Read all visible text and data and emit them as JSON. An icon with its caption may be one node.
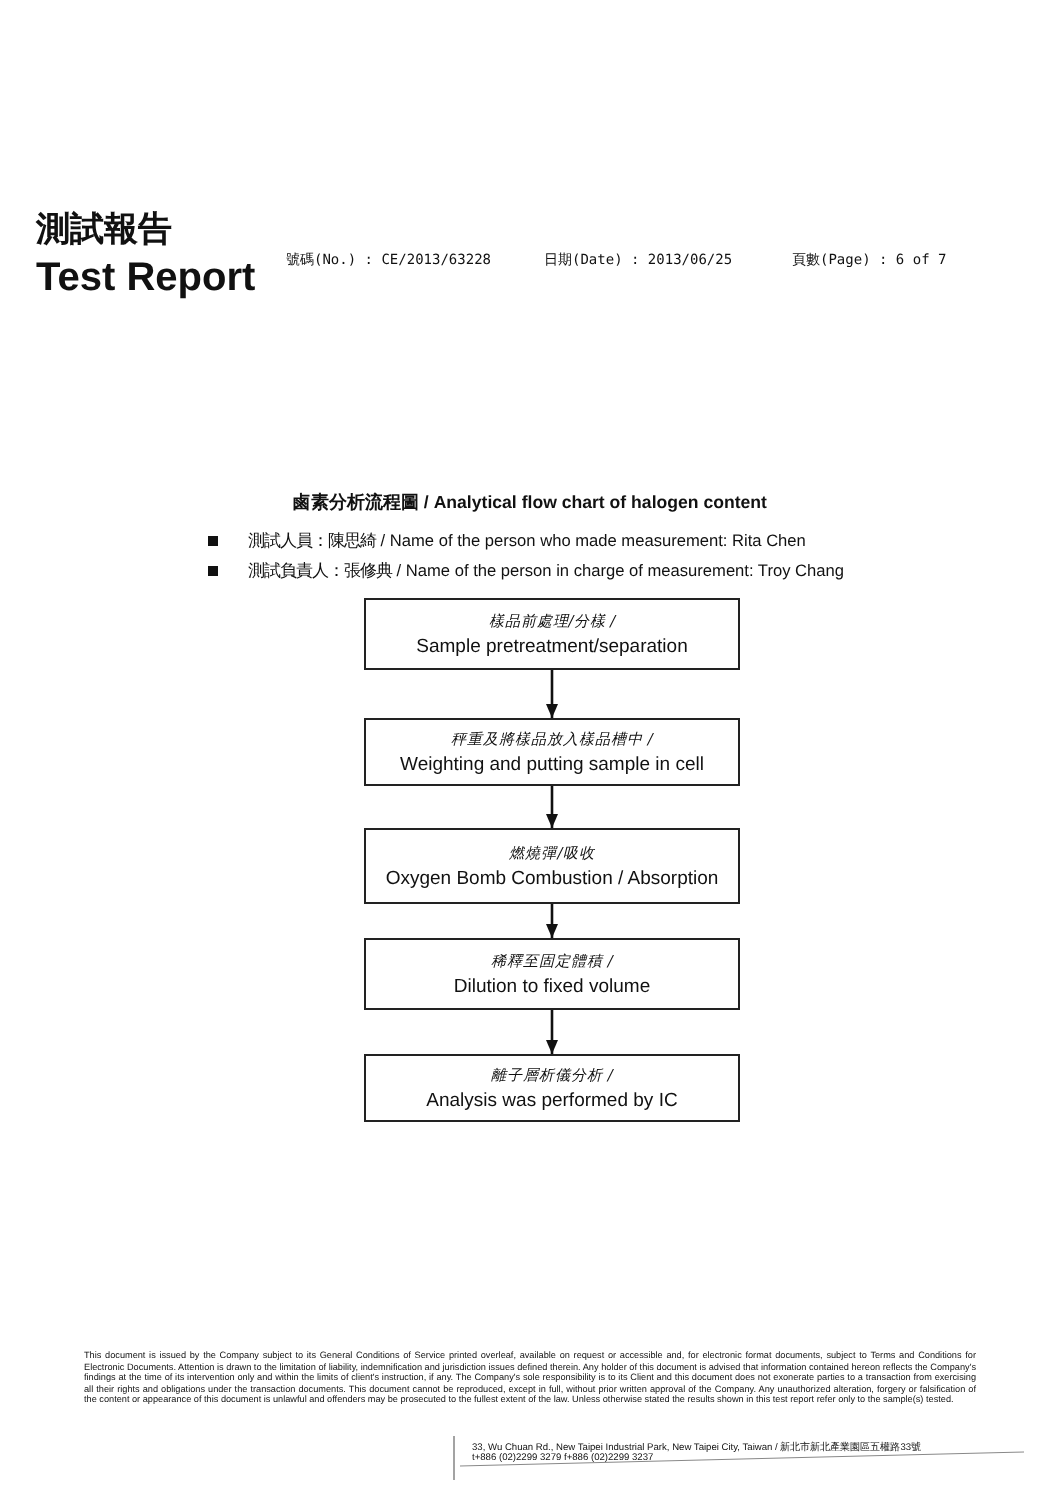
{
  "diagram": {
    "title": "鹵素分析流程圖 / Analytical flow chart of halogen content",
    "nodes": [
      {
        "text": [
          "樣品前處理/分樣 /",
          "Sample pretreatment/separation"
        ]
      },
      {
        "text": [
          "秤重及將樣品放入樣品槽中 /",
          "Weighting and putting sample in cell"
        ]
      },
      {
        "text": [
          "燃燒彈/吸收",
          "Oxygen Bomb Combustion / Absorption"
        ]
      },
      {
        "text": [
          "稀釋至固定體積 /",
          "Dilution to fixed volume"
        ]
      },
      {
        "text": [
          "離子層析儀分析 /",
          "Analysis was performed by IC"
        ]
      }
    ],
    "edges": [
      {
        "from": 0,
        "to": 1,
        "arrow": "to"
      },
      {
        "from": 1,
        "to": 2,
        "arrow": "to"
      },
      {
        "from": 2,
        "to": 3,
        "arrow": "to"
      },
      {
        "from": 3,
        "to": 4,
        "arrow": "to"
      }
    ],
    "labels": [
      "測試報告",
      "Test Report",
      "號碼(No.) : CE/2013/63228",
      "日期(Date) : 2013/06/25",
      "頁數(Page) : 6 of 7",
      "測試人員：陳思綺 / Name of the person who made measurement: Rita Chen",
      "測試負責人：張修典 / Name of the person in charge of measurement: Troy Chang",
      "This document is issued by the Company subject to its General Conditions of Service printed overleaf, available on request or accessible and, for electronic format documents, subject to Terms and Conditions for Electronic Documents. Attention is drawn to the limitation of liability, indemnification and jurisdiction issues defined therein. Any holder of this document is advised that information contained hereon reflects the Company's findings at the time of its intervention only and within the limits of client's instruction, if any. The Company's sole responsibility is to its Client and this document does not exonerate parties to a transaction from exercising all their rights and obligations under the transaction documents. This document cannot be reproduced, except in full, without prior written approval of the Company. Any unauthorized alteration, forgery or falsification of the content or appearance of this document is unlawful and offenders may be prosecuted to the fullest extent of the law. Unless otherwise stated the results shown in this test report refer only to the sample(s) tested.",
      "33, Wu Chuan Rd., New Taipei Industrial Park, New Taipei City, Taiwan / 新北市新北產業園區五權路33號",
      "t+886 (02)2299 3279   f+886 (02)2299 3237"
    ]
  }
}
